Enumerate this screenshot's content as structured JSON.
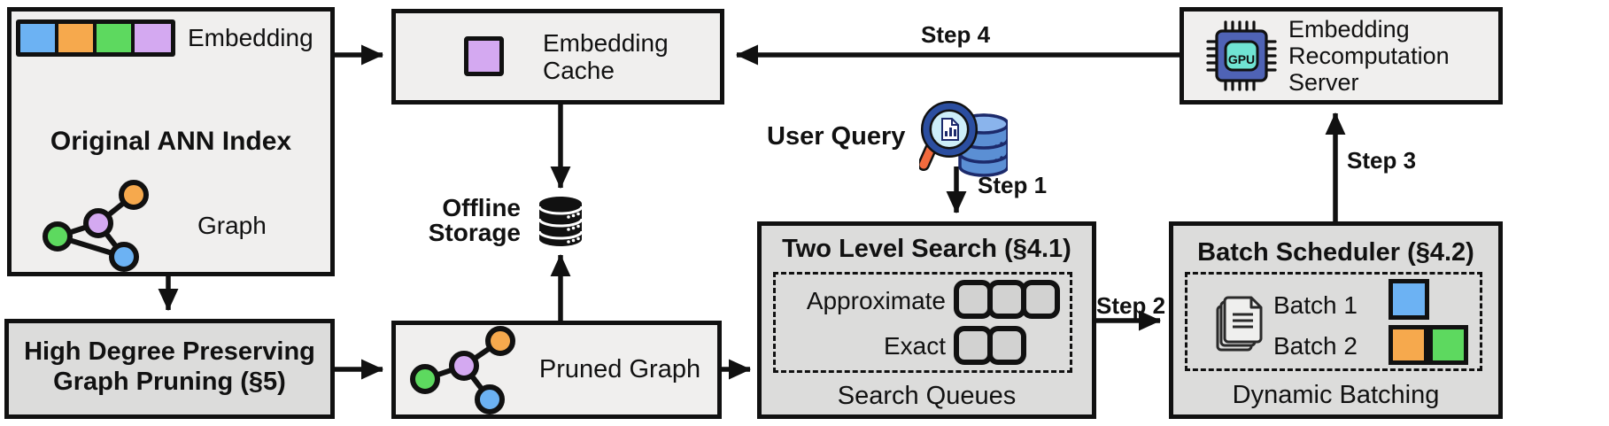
{
  "colors": {
    "blue": "#6cb2f3",
    "orange": "#f6a94d",
    "green": "#5dd95f",
    "purple": "#d4a9f1",
    "box_light": "#f0efee",
    "box_gray": "#dcdcdb",
    "queue_fill": "#d2d2d1",
    "chip_body": "#4f63b5",
    "chip_core": "#70e4d3",
    "query_db_body": "#5b8fd4",
    "query_db_top": "#8ab4ec",
    "query_db_outline": "#1c2a6b",
    "lens_fill": "#cdeef9",
    "lens_rim": "#2b4ea0",
    "handle": "#f26a3d"
  },
  "boxes": {
    "original_ann_index": {
      "title": "Original ANN Index",
      "embedding_label": "Embedding",
      "graph_label": "Graph"
    },
    "embedding_cache": {
      "line1": "Embedding",
      "line2": "Cache"
    },
    "offline_storage": {
      "line1": "Offline",
      "line2": "Storage"
    },
    "high_degree_pruning": {
      "line1": "High Degree Preserving",
      "line2": "Graph Pruning (§5)"
    },
    "pruned_graph": {
      "label": "Pruned Graph"
    },
    "two_level_search": {
      "title": "Two Level Search (§4.1)",
      "row1_label": "Approximate",
      "row2_label": "Exact",
      "footer": "Search Queues"
    },
    "batch_scheduler": {
      "title": "Batch Scheduler (§4.2)",
      "batch1_label": "Batch 1",
      "batch2_label": "Batch 2",
      "footer": "Dynamic Batching"
    },
    "recomputation_server": {
      "line1": "Embedding",
      "line2": "Recomputation",
      "line3": "Server",
      "chip_text": "GPU"
    }
  },
  "user_query": {
    "label": "User Query"
  },
  "steps": {
    "step1": "Step 1",
    "step2": "Step 2",
    "step3": "Step 3",
    "step4": "Step 4"
  }
}
